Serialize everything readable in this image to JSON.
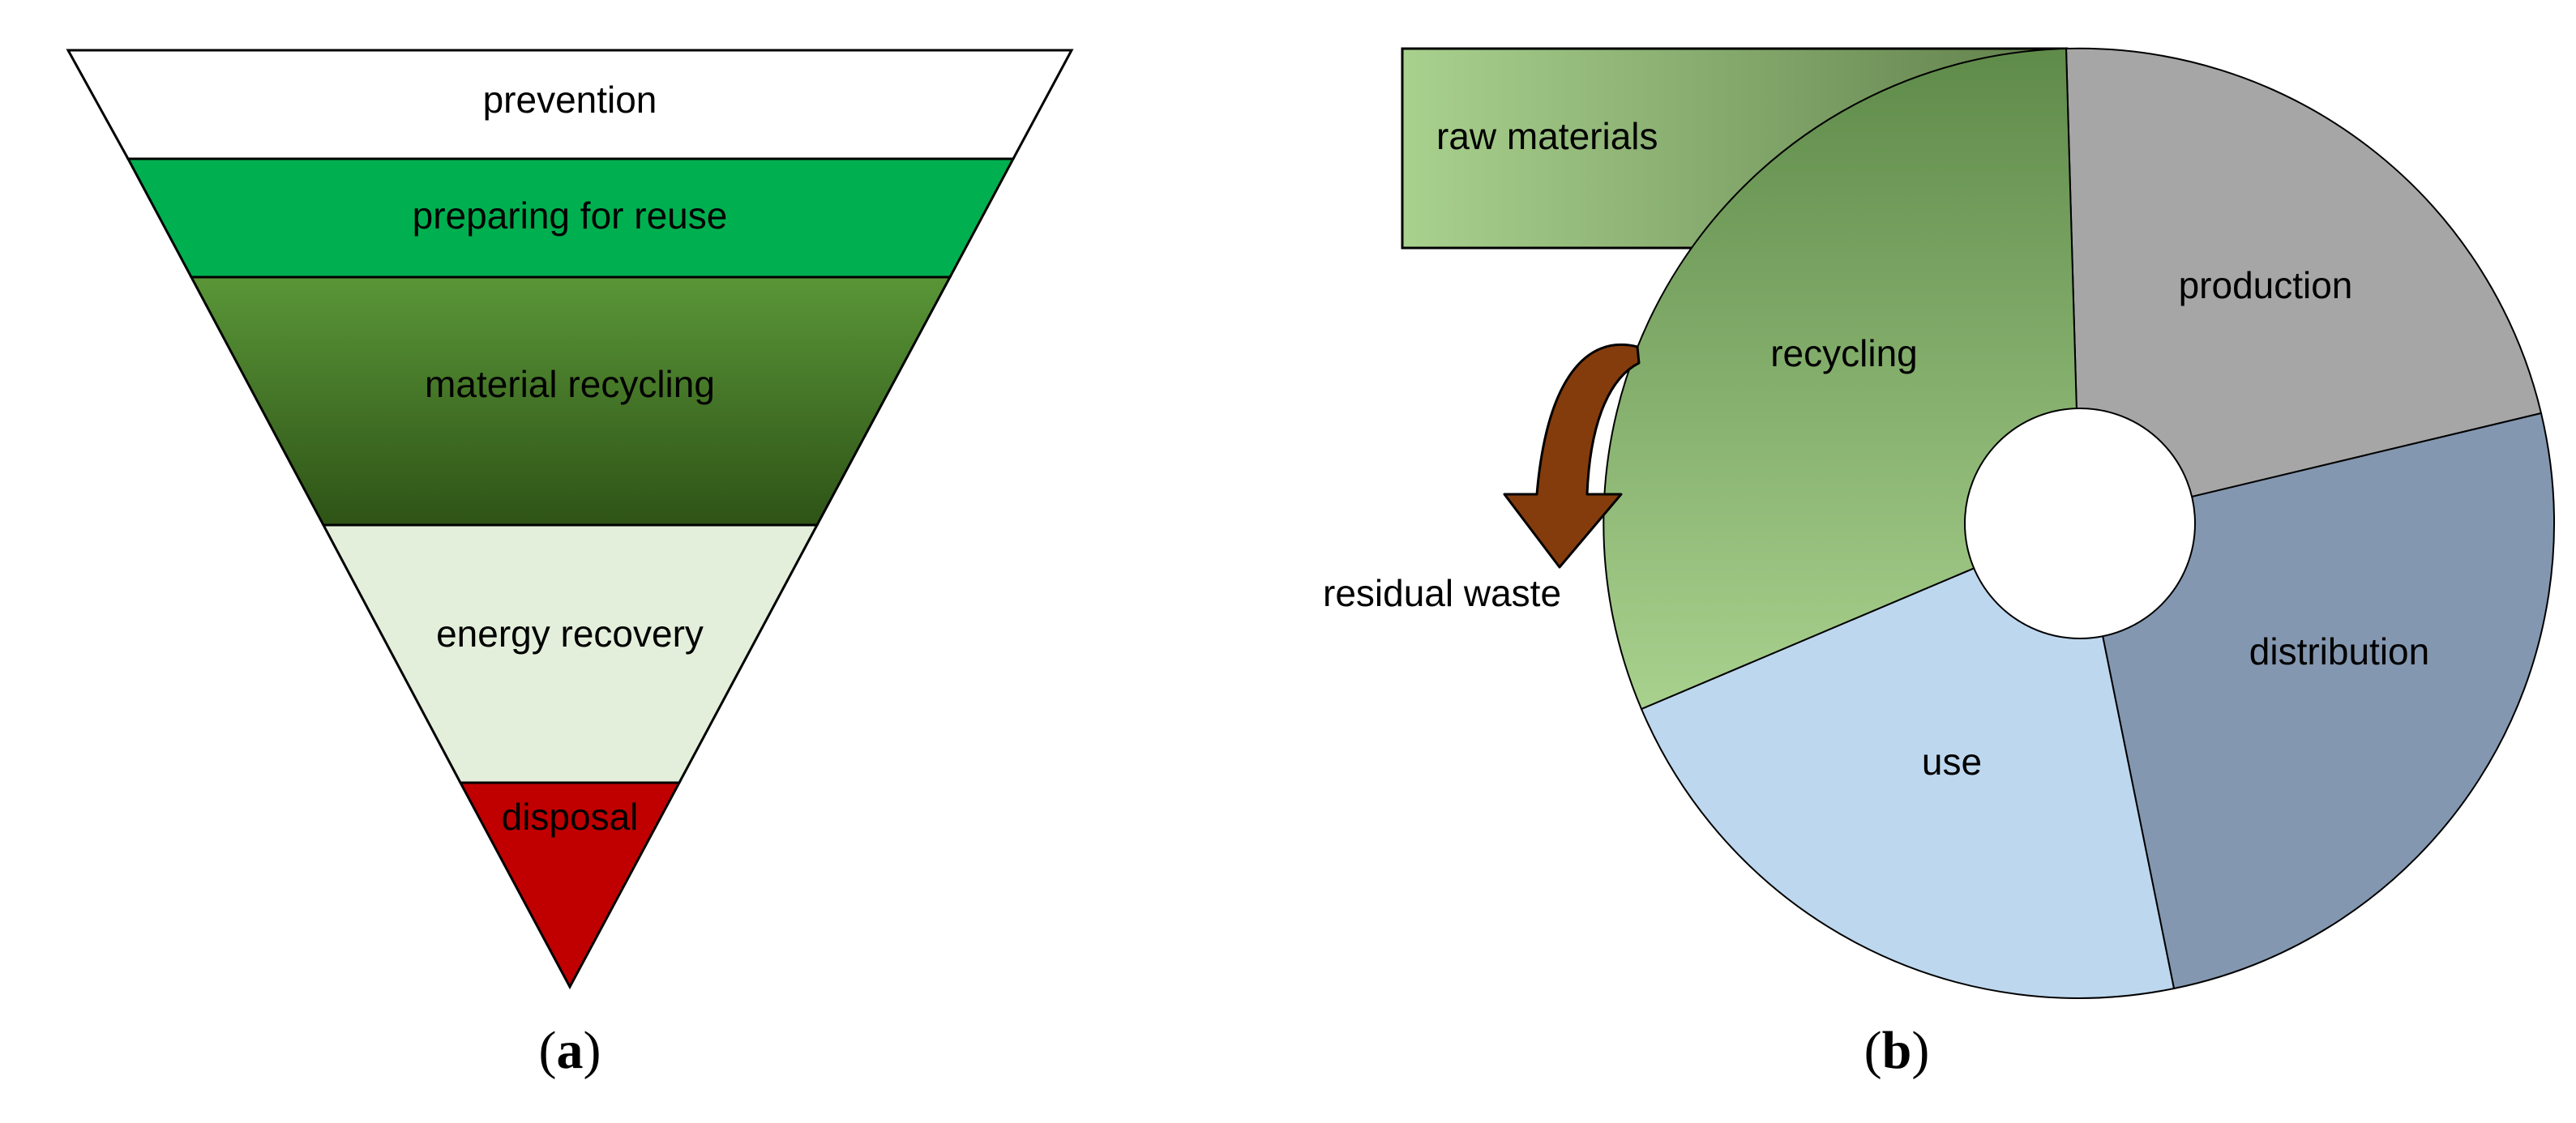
{
  "panel_a": {
    "caption": {
      "open": "(",
      "letter": "a",
      "close": ")"
    },
    "levels": [
      {
        "label": "prevention",
        "fill": "#FFFFFF"
      },
      {
        "label": "preparing for reuse",
        "fill": "#00B050"
      },
      {
        "label": "material recycling",
        "fill_top": "#5A9638",
        "fill_bottom": "#2E5316"
      },
      {
        "label": "energy recovery",
        "fill": "#E3EFDA"
      },
      {
        "label": "disposal",
        "fill": "#C00000"
      }
    ]
  },
  "panel_b": {
    "caption": {
      "open": "(",
      "letter": "b",
      "close": ")"
    },
    "raw_materials": {
      "label": "raw materials",
      "color_light": "#A9D18E",
      "color_dark": "#5F7F4A"
    },
    "residual_waste": {
      "label": "residual waste",
      "arrow_color": "#843C0C"
    },
    "segments": [
      {
        "label": "production",
        "color": "#A6A6A6"
      },
      {
        "label": "distribution",
        "color": "#8497B0"
      },
      {
        "label": "use",
        "color": "#BDD7EE"
      },
      {
        "label": "recycling",
        "color_light": "#A9D18E",
        "color_dark": "#5F8B4A"
      }
    ]
  }
}
